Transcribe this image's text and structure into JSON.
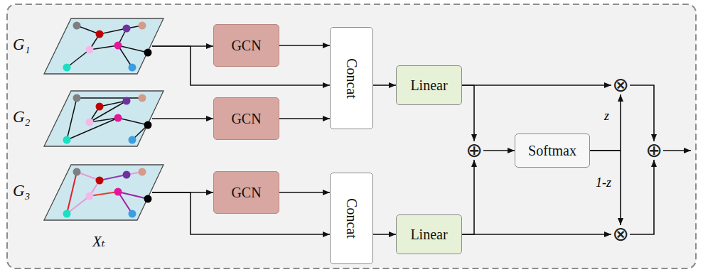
{
  "diagram": {
    "nodes": [
      {
        "text": [
          "G₁"
        ]
      },
      {
        "text": [
          "G₂"
        ]
      },
      {
        "text": [
          "G₃",
          "Xₜ"
        ]
      },
      {
        "text": [
          "GCN"
        ]
      },
      {
        "text": [
          "GCN"
        ]
      },
      {
        "text": [
          "GCN"
        ]
      },
      {
        "text": [
          "Concat"
        ]
      },
      {
        "text": [
          "Concat"
        ]
      },
      {
        "text": [
          "Linear"
        ]
      },
      {
        "text": [
          "Linear"
        ]
      },
      {
        "text": [
          "⊕"
        ]
      },
      {
        "text": [
          "Softmax"
        ]
      },
      {
        "text": [
          "⊗"
        ]
      },
      {
        "text": [
          "⊗"
        ]
      },
      {
        "text": [
          "⊕"
        ]
      }
    ],
    "edges": [
      {
        "from": 0,
        "to": 3,
        "arrow": "to"
      },
      {
        "from": 0,
        "to": 6,
        "arrow": "to"
      },
      {
        "from": 1,
        "to": 4,
        "arrow": "to"
      },
      {
        "from": 2,
        "to": 5,
        "arrow": "to"
      },
      {
        "from": 2,
        "to": 7,
        "arrow": "to"
      },
      {
        "from": 3,
        "to": 6,
        "arrow": "to"
      },
      {
        "from": 4,
        "to": 6,
        "arrow": "to"
      },
      {
        "from": 5,
        "to": 7,
        "arrow": "to"
      },
      {
        "from": 6,
        "to": 8,
        "arrow": "to"
      },
      {
        "from": 7,
        "to": 9,
        "arrow": "to"
      },
      {
        "from": 8,
        "to": 12,
        "arrow": "to"
      },
      {
        "from": 8,
        "to": 10,
        "arrow": "to"
      },
      {
        "from": 9,
        "to": 10,
        "arrow": "to"
      },
      {
        "from": 9,
        "to": 13,
        "arrow": "to"
      },
      {
        "from": 10,
        "to": 11,
        "arrow": "to"
      },
      {
        "from": 11,
        "to": 12,
        "label": "z",
        "arrow": "to"
      },
      {
        "from": 11,
        "to": 13,
        "label": "1-z",
        "arrow": "to"
      },
      {
        "from": 12,
        "to": 14,
        "arrow": "to"
      },
      {
        "from": 13,
        "to": 14,
        "arrow": "to"
      }
    ]
  }
}
